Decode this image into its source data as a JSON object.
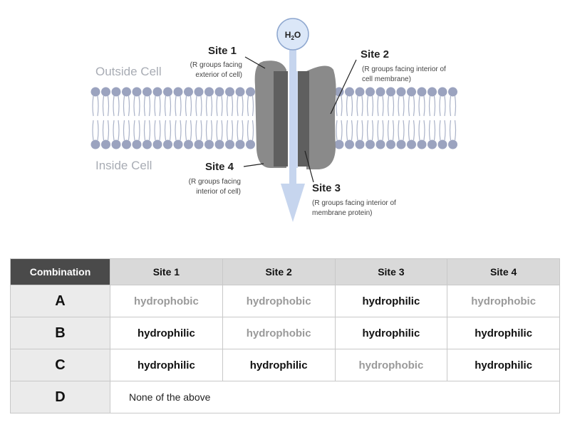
{
  "diagram": {
    "molecule": "H2O",
    "outside_label": "Outside Cell",
    "inside_label": "Inside Cell",
    "sites": [
      {
        "title": "Site 1",
        "desc": [
          "(R groups facing",
          "exterior of cell)"
        ]
      },
      {
        "title": "Site 2",
        "desc": [
          "(R groups facing interior of",
          "cell membrane)"
        ]
      },
      {
        "title": "Site 3",
        "desc": [
          "(R groups facing interior of",
          "membrane protein)"
        ]
      },
      {
        "title": "Site 4",
        "desc": [
          "(R groups facing",
          "interior of cell)"
        ]
      }
    ]
  },
  "table": {
    "headers": [
      "Combination",
      "Site 1",
      "Site 2",
      "Site 3",
      "Site 4"
    ],
    "rows": [
      {
        "label": "A",
        "cells": [
          {
            "text": "hydrophobic",
            "kind": "phobic"
          },
          {
            "text": "hydrophobic",
            "kind": "phobic"
          },
          {
            "text": "hydrophilic",
            "kind": "philic"
          },
          {
            "text": "hydrophobic",
            "kind": "phobic"
          }
        ]
      },
      {
        "label": "B",
        "cells": [
          {
            "text": "hydrophilic",
            "kind": "philic"
          },
          {
            "text": "hydrophobic",
            "kind": "phobic"
          },
          {
            "text": "hydrophilic",
            "kind": "philic"
          },
          {
            "text": "hydrophilic",
            "kind": "philic"
          }
        ]
      },
      {
        "label": "C",
        "cells": [
          {
            "text": "hydrophilic",
            "kind": "philic"
          },
          {
            "text": "hydrophilic",
            "kind": "philic"
          },
          {
            "text": "hydrophobic",
            "kind": "phobic"
          },
          {
            "text": "hydrophilic",
            "kind": "philic"
          }
        ]
      },
      {
        "label": "D",
        "merged_text": "None of the above"
      }
    ]
  },
  "colors": {
    "phospholipid_head": "#9ba3bf",
    "tail": "#aab2c8",
    "protein_light": "#8a8a8a",
    "protein_dark": "#5f5f5f",
    "arrow": "#c6d5ee",
    "molecule_fill": "#dbe7f8",
    "header_dark": "#4a4a4a",
    "header_light": "#d9d9d9",
    "hydrophobic_text": "#9a9a9a",
    "hydrophilic_text": "#111111"
  }
}
